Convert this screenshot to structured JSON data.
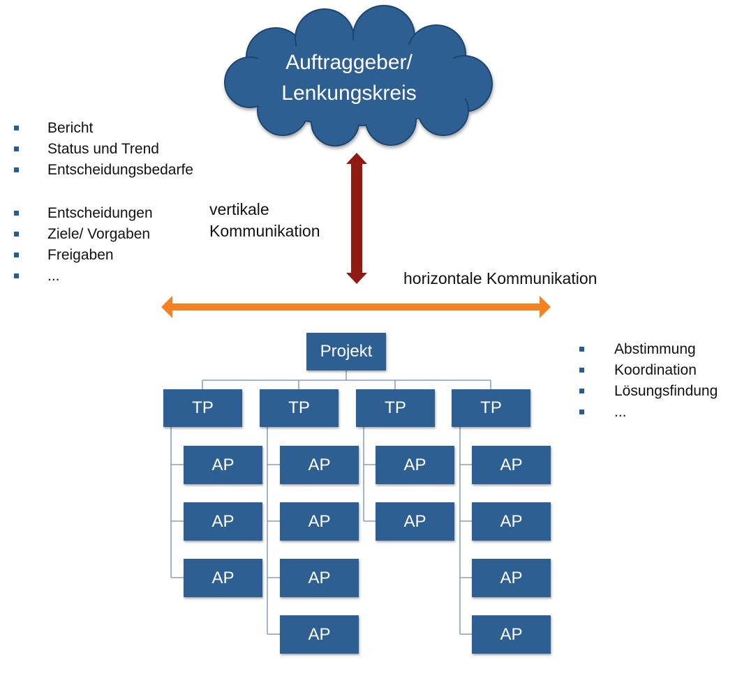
{
  "cloud": {
    "line1": "Auftraggeber/",
    "line2": "Lenkungskreis"
  },
  "left_list_upper": [
    "Bericht",
    "Status und Trend",
    "Entscheidungsbedarfe"
  ],
  "left_list_lower": [
    "Entscheidungen",
    "Ziele/ Vorgaben",
    "Freigaben",
    "..."
  ],
  "vertical_label": {
    "line1": "vertikale",
    "line2": "Kommunikation"
  },
  "horizontal_label": "horizontale Kommunikation",
  "right_list": [
    "Abstimmung",
    "Koordination",
    "Lösungsfindung",
    "..."
  ],
  "project": "Projekt",
  "subprojects": [
    {
      "label": "TP",
      "work_packages": [
        "AP",
        "AP",
        "AP"
      ]
    },
    {
      "label": "TP",
      "work_packages": [
        "AP",
        "AP",
        "AP",
        "AP"
      ]
    },
    {
      "label": "TP",
      "work_packages": [
        "AP",
        "AP"
      ]
    },
    {
      "label": "TP",
      "work_packages": [
        "AP",
        "AP",
        "AP",
        "AP"
      ]
    }
  ],
  "colors": {
    "box": "#2e5f92",
    "vertical_arrow": "#8f1a12",
    "horizontal_arrow": "#f58220",
    "bullet": "#2a5d8f"
  }
}
